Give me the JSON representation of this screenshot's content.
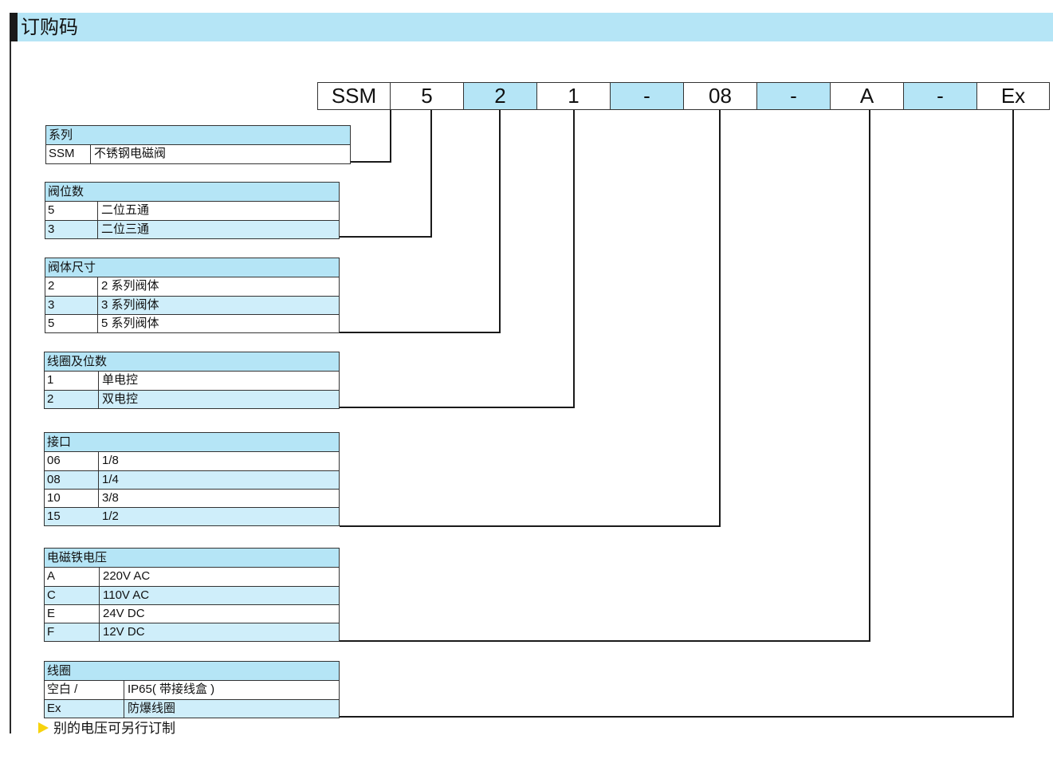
{
  "title": "订购码",
  "order_code": [
    {
      "text": "SSM",
      "shade": false
    },
    {
      "text": "5",
      "shade": false
    },
    {
      "text": "2",
      "shade": true
    },
    {
      "text": "1",
      "shade": false
    },
    {
      "text": "-",
      "shade": true
    },
    {
      "text": "08",
      "shade": false
    },
    {
      "text": "-",
      "shade": true
    },
    {
      "text": "A",
      "shade": false
    },
    {
      "text": "-",
      "shade": true
    },
    {
      "text": "Ex",
      "shade": false
    }
  ],
  "tables": [
    {
      "header": "系列",
      "rows": [
        {
          "code": "SSM",
          "desc": "不锈钢电磁阀",
          "shade": false
        }
      ]
    },
    {
      "header": "阀位数",
      "rows": [
        {
          "code": "5",
          "desc": "二位五通",
          "shade": false
        },
        {
          "code": "3",
          "desc": "二位三通",
          "shade": true
        }
      ]
    },
    {
      "header": "阀体尺寸",
      "rows": [
        {
          "code": "2",
          "desc": "2 系列阀体",
          "shade": false
        },
        {
          "code": "3",
          "desc": "3 系列阀体",
          "shade": true
        },
        {
          "code": "5",
          "desc": "5 系列阀体",
          "shade": false
        }
      ]
    },
    {
      "header": "线圈及位数",
      "rows": [
        {
          "code": "1",
          "desc": "单电控",
          "shade": false
        },
        {
          "code": "2",
          "desc": "双电控",
          "shade": true
        }
      ]
    },
    {
      "header": "接口",
      "rows": [
        {
          "code": "06",
          "desc": "1/8",
          "shade": false
        },
        {
          "code": "08",
          "desc": "1/4",
          "shade": true
        },
        {
          "code": "10",
          "desc": "3/8",
          "shade": false
        },
        {
          "code": "15",
          "desc": "1/2",
          "shade": true
        }
      ]
    },
    {
      "header": "电磁铁电压",
      "rows": [
        {
          "code": "A",
          "desc": "220V AC",
          "shade": false
        },
        {
          "code": "C",
          "desc": "110V AC",
          "shade": true
        },
        {
          "code": "E",
          "desc": "24V DC",
          "shade": false
        },
        {
          "code": "F",
          "desc": "12V DC",
          "shade": true
        }
      ]
    },
    {
      "header": "线圈",
      "rows": [
        {
          "code": "空白 /",
          "desc": "IP65( 带接线盒 )",
          "shade": false
        },
        {
          "code": "Ex",
          "desc": "防爆线圈",
          "shade": true
        }
      ]
    }
  ],
  "note": "别的电压可另行订制",
  "colors": {
    "accent": "#b5e5f6",
    "row_shade": "#cfeefa",
    "line": "#1a1a1a",
    "note_arrow": "#f7d30d"
  }
}
